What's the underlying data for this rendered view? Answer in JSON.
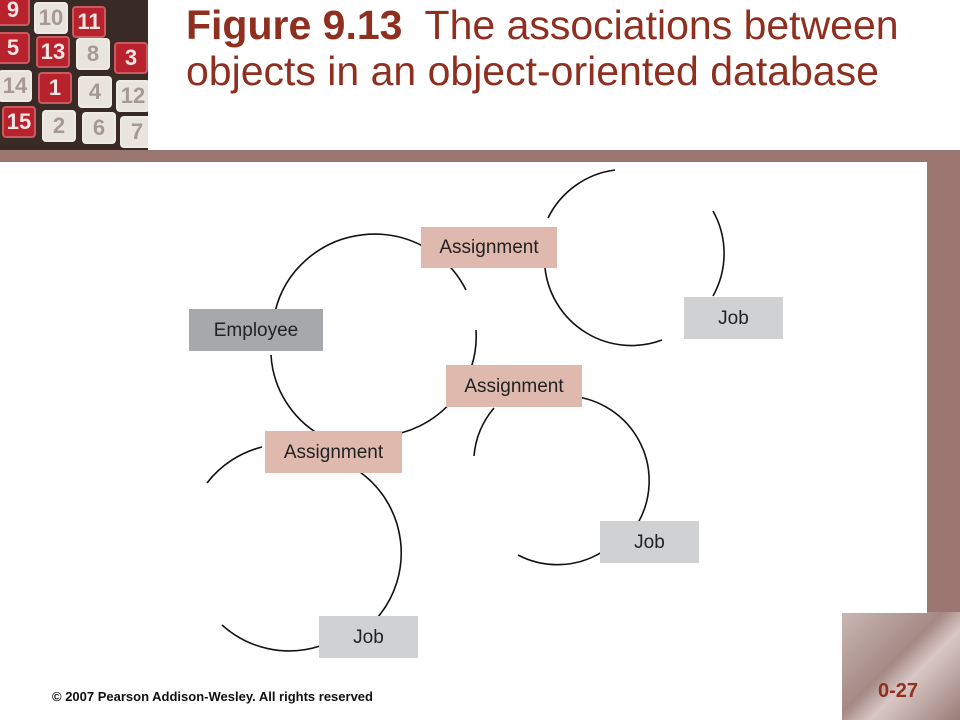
{
  "title": {
    "figure_number": "Figure 9.13",
    "caption": "The associations between objects in an object-oriented database"
  },
  "logo_tiles": [
    "9",
    "10",
    "11",
    "5",
    "13",
    "8",
    "3",
    "14",
    "1",
    "4",
    "12",
    "15",
    "2",
    "6",
    "7"
  ],
  "diagram": {
    "nodes": {
      "employee": "Employee",
      "assignment_top": "Assignment",
      "assignment_middle": "Assignment",
      "assignment_bottom": "Assignment",
      "job_top": "Job",
      "job_middle": "Job",
      "job_bottom": "Job"
    }
  },
  "footer": {
    "copyright": "© 2007 Pearson Addison-Wesley. All rights reserved",
    "slide_number": "0-27"
  },
  "colors": {
    "title": "#8f2f1f",
    "band": "#9c7772",
    "assignment_box": "#dfb9ad",
    "employee_box": "#a6a9ac",
    "job_box": "#cfd1d3"
  }
}
